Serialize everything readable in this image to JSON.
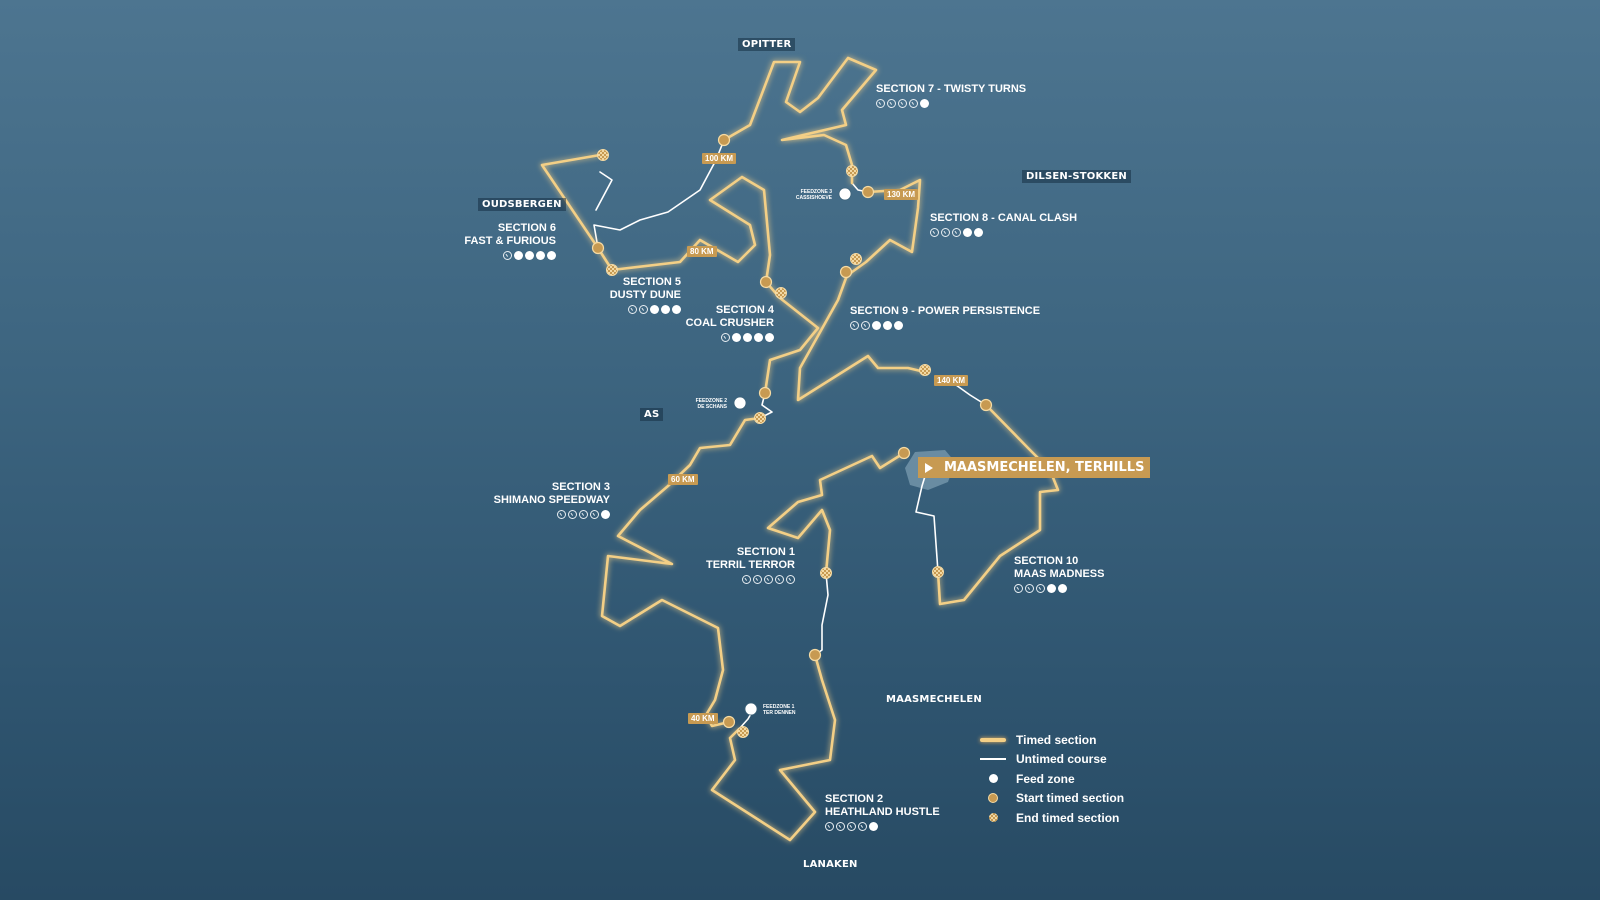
{
  "towns": {
    "opitter": "OPITTER",
    "dilsen_stokken": "DILSEN-STOKKEN",
    "oudsbergen": "OUDSBERGEN",
    "as": "AS",
    "maasmechelen": "MAASMECHELEN",
    "lanaken": "LANAKEN"
  },
  "finish_label": "MAASMECHELEN, TERHILLS",
  "sections": [
    {
      "title": "SECTION 1",
      "name": "TERRIL TERROR",
      "difficulty": 0
    },
    {
      "title": "SECTION 2",
      "name": "HEATHLAND HUSTLE",
      "difficulty": 1
    },
    {
      "title": "SECTION 3",
      "name": "SHIMANO SPEEDWAY",
      "difficulty": 1
    },
    {
      "title": "SECTION 4",
      "name": "COAL CRUSHER",
      "difficulty": 4
    },
    {
      "title": "SECTION 5",
      "name": "DUSTY DUNE",
      "difficulty": 3
    },
    {
      "title": "SECTION 6",
      "name": "FAST & FURIOUS",
      "difficulty": 4
    },
    {
      "title": "SECTION 7 - TWISTY TURNS",
      "difficulty": 1
    },
    {
      "title": "SECTION 8 - CANAL CLASH",
      "difficulty": 2
    },
    {
      "title": "SECTION 9 - POWER PERSISTENCE",
      "difficulty": 3
    },
    {
      "title": "SECTION 10",
      "name": "MAAS MADNESS",
      "difficulty": 2
    }
  ],
  "km_markers": [
    "100 KM",
    "130 KM",
    "80 KM",
    "140 KM",
    "60 KM",
    "40 KM"
  ],
  "feed_zones": [
    {
      "line1": "FEEDZONE 3",
      "line2": "CASSISHOEVE"
    },
    {
      "line1": "FEEDZONE 2",
      "line2": "DE SCHANS"
    },
    {
      "line1": "FEEDZONE 1",
      "line2": "TER DENNEN"
    }
  ],
  "legend": {
    "timed": "Timed section",
    "untimed": "Untimed course",
    "feed": "Feed zone",
    "start": "Start timed section",
    "end": "End timed section"
  },
  "colors": {
    "background_top": "#4d7590",
    "background_bottom": "#274a63",
    "timed_route": "#f3cf86",
    "route_glow": "#f0b660",
    "untimed_route": "#ffffff",
    "marker_gold": "#c79a52"
  },
  "icons": {
    "feed": "feed-zone-icon",
    "start": "stopwatch-icon",
    "end": "checkered-flag-icon",
    "finish": "play-arrow-icon"
  }
}
